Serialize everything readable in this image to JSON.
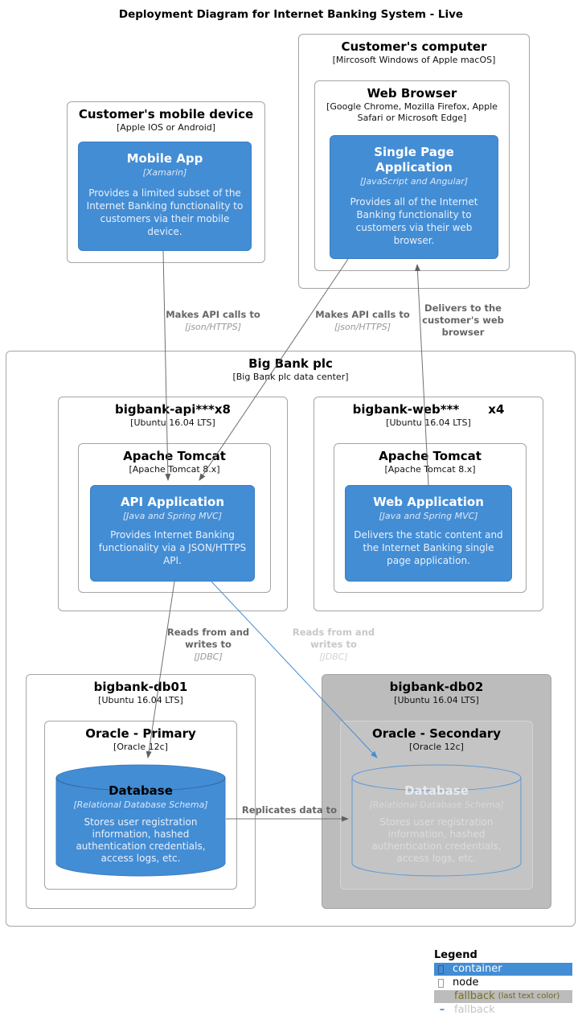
{
  "title": "Deployment Diagram for Internet Banking System - Live",
  "colors": {
    "container_blue": "#438dd5",
    "node_border": "#a5a5a5",
    "fallback_gray_bg": "#bcbcbc",
    "arrow_gray": "#707070",
    "arrow_blue": "#438dd5",
    "faded_label": "#c8c8c8",
    "legend_fallback_text": "#7a7020"
  },
  "mobile_device": {
    "title": "Customer's mobile device",
    "subtitle": "[Apple IOS or Android]"
  },
  "mobile_app": {
    "title": "Mobile App",
    "tech": "[Xamarin]",
    "desc": "Provides a limited subset of the Internet Banking functionality to customers via their mobile device."
  },
  "computer": {
    "title": "Customer's computer",
    "subtitle": "[Mircosoft Windows of Apple macOS]"
  },
  "web_browser": {
    "title": "Web Browser",
    "subtitle": "[Google Chrome, Mozilla Firefox, Apple Safari or Microsoft Edge]"
  },
  "spa": {
    "title": "Single Page Application",
    "tech": "[JavaScript and Angular]",
    "desc": "Provides all of the Internet Banking functionality to customers via their web browser."
  },
  "big_bank": {
    "title": "Big Bank plc",
    "subtitle": "[Big Bank plc data center]"
  },
  "api_server": {
    "title": "bigbank-api***x8",
    "subtitle": "[Ubuntu 16.04 LTS]"
  },
  "web_server": {
    "title": "bigbank-web***",
    "count": "x4",
    "subtitle": "[Ubuntu 16.04 LTS]"
  },
  "tomcat": {
    "title": "Apache Tomcat",
    "subtitle": "[Apache Tomcat 8.x]"
  },
  "api_app": {
    "title": "API Application",
    "tech": "[Java and Spring MVC]",
    "desc": "Provides Internet Banking functionality via a JSON/HTTPS API."
  },
  "web_app": {
    "title": "Web Application",
    "tech": "[Java and Spring MVC]",
    "desc": "Delivers the static content and the Internet Banking single page application."
  },
  "db01": {
    "title": "bigbank-db01",
    "subtitle": "[Ubuntu 16.04 LTS]"
  },
  "db02": {
    "title": "bigbank-db02",
    "subtitle": "[Ubuntu 16.04 LTS]"
  },
  "oracle_primary": {
    "title": "Oracle - Primary",
    "subtitle": "[Oracle 12c]"
  },
  "oracle_secondary": {
    "title": "Oracle - Secondary",
    "subtitle": "[Oracle 12c]"
  },
  "database": {
    "title": "Database",
    "tech": "[Relational Database Schema]",
    "desc": "Stores user registration information, hashed authentication credentials, access logs, etc."
  },
  "edges": {
    "mobile_api": {
      "label": "Makes API calls to",
      "tech": "[json/HTTPS]"
    },
    "spa_api": {
      "label": "Makes API calls to",
      "tech": "[json/HTTPS]"
    },
    "web_spa": {
      "label": "Delivers to the customer's web browser"
    },
    "api_db1": {
      "label": "Reads from and writes to",
      "tech": "[JDBC]"
    },
    "api_db2": {
      "label": "Reads from and writes to",
      "tech": "[JDBC]"
    },
    "db1_db2": {
      "label": "Replicates data to"
    }
  },
  "legend": {
    "title": "Legend",
    "container_label": "container",
    "node_label": "node",
    "fallback_bg_label": "fallback",
    "fallback_bg_note": "(last text color)",
    "fallback_line_label": "fallback"
  }
}
